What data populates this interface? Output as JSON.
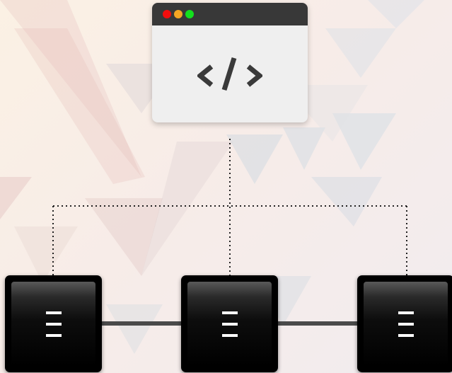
{
  "browser": {
    "dots": [
      {
        "name": "close",
        "color": "#f20d0d"
      },
      {
        "name": "minimize",
        "color": "#f5a623"
      },
      {
        "name": "maximize",
        "color": "#13e01d"
      }
    ],
    "icon": "code-brackets-icon",
    "titlebar_color": "#383838"
  },
  "nodes": [
    {
      "icon": "server-menu-icon"
    },
    {
      "icon": "server-menu-icon"
    },
    {
      "icon": "server-menu-icon"
    }
  ],
  "connectors": {
    "style": "dotted",
    "color": "#222222",
    "link_color": "#4a4a4a"
  }
}
